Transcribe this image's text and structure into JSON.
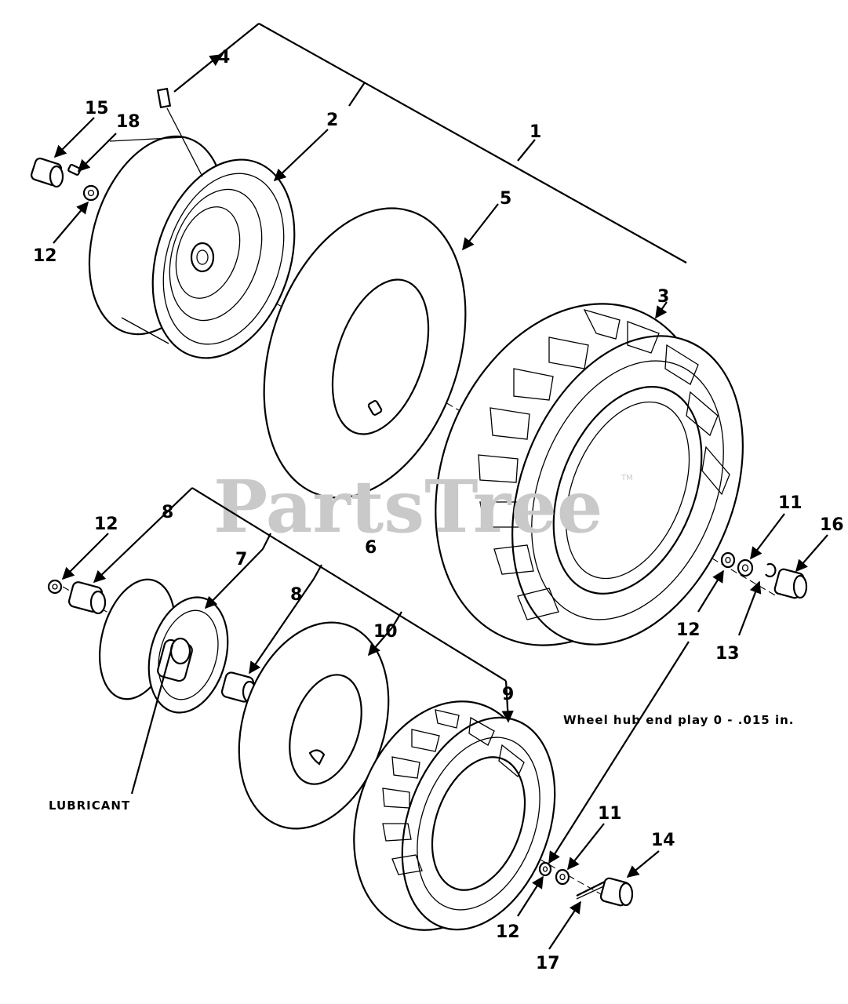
{
  "watermark": {
    "text": "PartsTree",
    "trademark": "TM"
  },
  "callouts": {
    "c1": "1",
    "c2": "2",
    "c3": "3",
    "c4": "4",
    "c5": "5",
    "c6": "6",
    "c7": "7",
    "c8a": "8",
    "c8b": "8",
    "c9": "9",
    "c10": "10",
    "c11a": "11",
    "c11b": "11",
    "c12a": "12",
    "c12b": "12",
    "c12c": "12",
    "c12d": "12",
    "c13": "13",
    "c14": "14",
    "c15": "15",
    "c16": "16",
    "c17": "17",
    "c18": "18"
  },
  "notes": {
    "lubricant": "LUBRICANT",
    "end_play": "Wheel hub end play 0 - .015 in."
  },
  "parts": {
    "front_rim": "rim",
    "front_tube": "tube",
    "front_tire": "tire",
    "rear_rim": "rim",
    "rear_tube": "tube",
    "rear_tire": "tire"
  }
}
